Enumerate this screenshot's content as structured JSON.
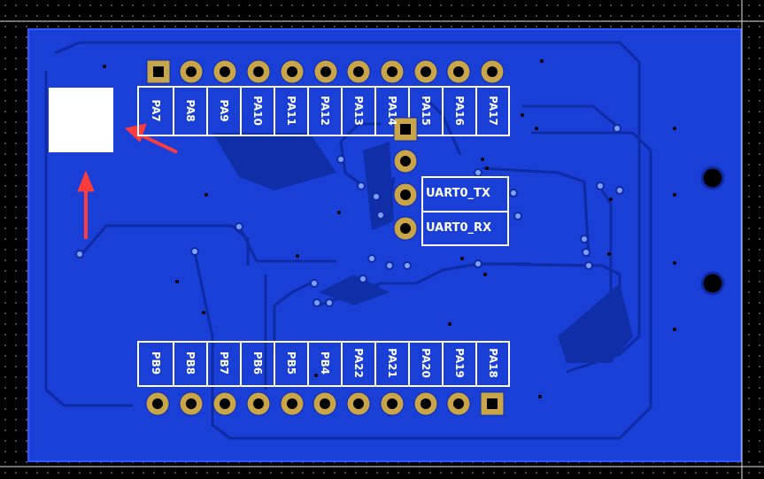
{
  "top_header": {
    "pins": [
      "PA7",
      "PA8",
      "PA9",
      "PA10",
      "PA11",
      "PA12",
      "PA13",
      "PA14",
      "PA15",
      "PA16",
      "PA17"
    ]
  },
  "bottom_header": {
    "pins": [
      "PB9",
      "PB8",
      "PB7",
      "PB6",
      "PB5",
      "PB4",
      "PA22",
      "PA21",
      "PA20",
      "PA19",
      "PA18"
    ]
  },
  "uart": {
    "tx_label": "UART0_TX",
    "rx_label": "UART0_RX"
  },
  "colors": {
    "board": "#1a3fd6",
    "board_edge": "#3a62ff",
    "trace": "#0d2a9a",
    "pad": "#c9a54a",
    "silkscreen": "#ffffff",
    "arrow": "#ff3b3b"
  }
}
